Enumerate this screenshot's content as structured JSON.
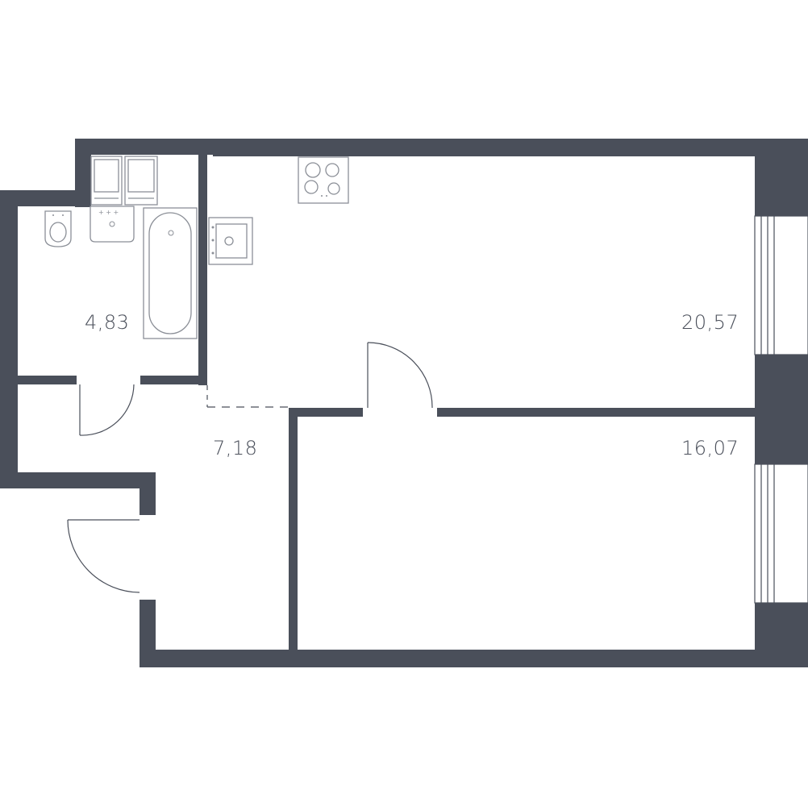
{
  "rooms": [
    {
      "id": "bathroom",
      "area": "4,83"
    },
    {
      "id": "hallway",
      "area": "7,18"
    },
    {
      "id": "kitchen-living",
      "area": "20,57"
    },
    {
      "id": "bedroom",
      "area": "16,07"
    }
  ],
  "colors": {
    "wall": "#4a4f5a",
    "fixture": "#8b8f97",
    "background": "#ffffff"
  }
}
